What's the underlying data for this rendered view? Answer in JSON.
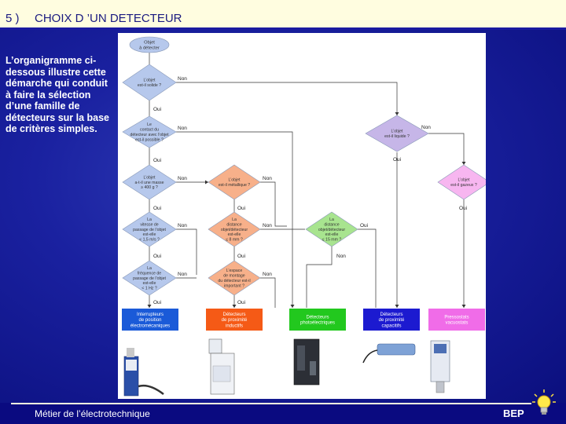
{
  "header": {
    "number": "5 )",
    "title": "CHOIX D ’UN DETECTEUR"
  },
  "intro": "L’organigramme ci-dessous illustre cette démarche qui conduit à faire la sélection d’une famille de détecteurs sur la base de critères simples.",
  "flow": {
    "start": "Objet à détecter",
    "decisions": {
      "solid": [
        "L’objet",
        "est-il solide ?"
      ],
      "contact": [
        "Le",
        "contact du",
        "détecteur avec l’objet",
        "est-il possible ?"
      ],
      "mass": [
        "L’objet",
        "a-t-il une masse",
        "≥ 400 g ?"
      ],
      "speed": [
        "La",
        "vitesse de",
        "passage de l’objet",
        "est-elle",
        "< 1,5 m/s ?"
      ],
      "frequency": [
        "La",
        "fréquence de",
        "passage de l’objet",
        "est-elle",
        "< 1 Hz ?"
      ],
      "metallic": [
        "L’objet",
        "est-il métallique ?"
      ],
      "distance_ind": [
        "La",
        "distance",
        "objet/détecteur",
        "est-elle",
        "≤ 8 mm ?"
      ],
      "space": [
        "L’espace",
        "de montage",
        "du détecteur est-il",
        "important ?"
      ],
      "distance_photo": [
        "La",
        "distance",
        "objet/détecteur",
        "est-elle",
        "≤ 15 mm ?"
      ],
      "liquid": [
        "L’objet",
        "est-il liquide ?"
      ],
      "gaseous": [
        "L’objet",
        "est-il gazeux ?"
      ]
    },
    "labels": {
      "yes": "Oui",
      "no": "Non"
    },
    "results": {
      "limit_switch": [
        "Interrupteurs",
        "de position",
        "électromécaniques"
      ],
      "inductive": [
        "Détecteurs",
        "de proximité",
        "inductifs"
      ],
      "photoelectric": [
        "Détecteurs",
        "photoélectriques"
      ],
      "capacitive": [
        "Détecteurs",
        "de proximité",
        "capacitifs"
      ],
      "pressure": [
        "Pressostats",
        "vacuostats"
      ]
    },
    "colors": {
      "decision_blue": "#b6c8ec",
      "decision_orange": "#f7b08a",
      "decision_green": "#a8e48f",
      "decision_purple": "#c6b6e8",
      "decision_pink": "#f7b6f0",
      "result_blue": "#1a5ad8",
      "result_orange": "#f55a16",
      "result_green": "#22c81e",
      "result_violet": "#1c1ad0",
      "result_pink": "#f06ce8"
    },
    "product_icons": [
      "limit-switch-product-icon",
      "inductive-sensor-product-icon",
      "photoelectric-sensor-product-icon",
      "capacitive-sensor-product-icon",
      "pressure-switch-product-icon"
    ]
  },
  "footer": {
    "text": "Métier de l’électrotechnique",
    "badge": "BEP"
  }
}
